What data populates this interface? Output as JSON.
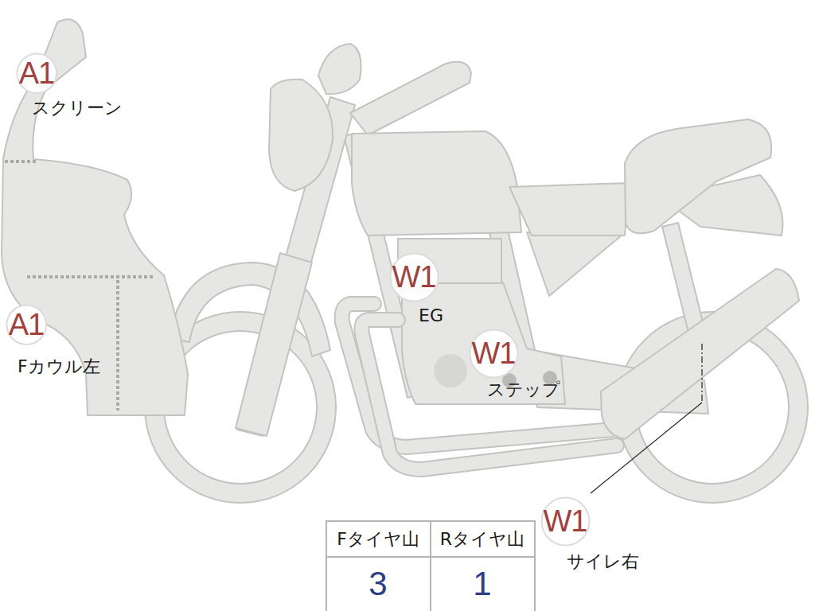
{
  "diagram": {
    "nodes": [
      {
        "text": [
          "A1",
          "スクリーン"
        ]
      },
      {
        "text": [
          "A1",
          "Fカウル左"
        ]
      },
      {
        "text": [
          "W1",
          "EG"
        ]
      },
      {
        "text": [
          "W1",
          "ステップ"
        ]
      },
      {
        "text": [
          "W1",
          "サイレ右"
        ]
      }
    ],
    "labels": [
      "Fタイヤ山",
      "Rタイヤ山",
      "3",
      "1"
    ]
  }
}
